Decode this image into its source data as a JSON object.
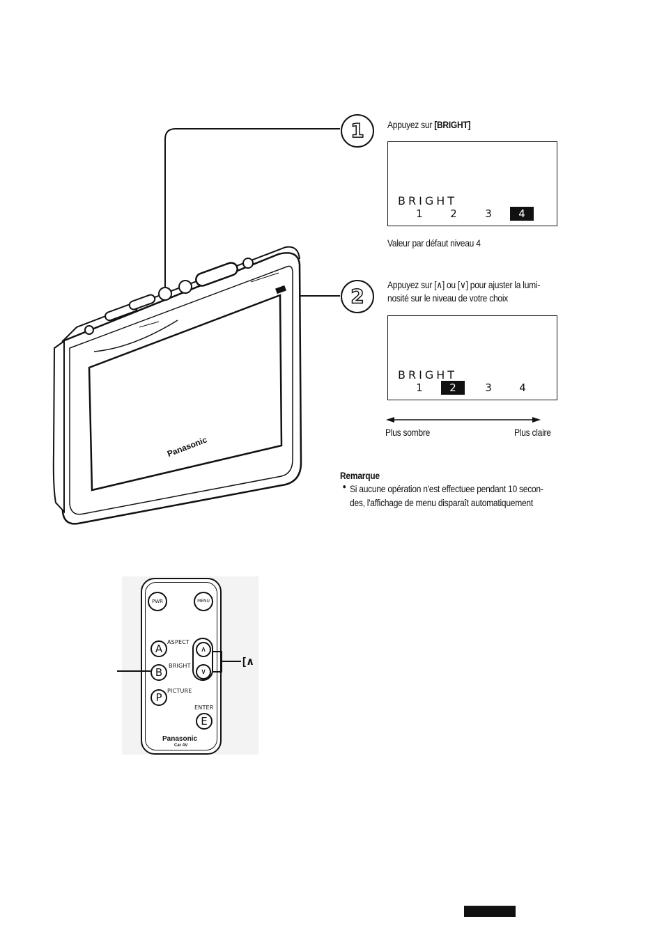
{
  "step1": {
    "number": "1",
    "instruction_prefix": "Appuyez sur ",
    "instruction_key": "[BRIGHT]",
    "screen": {
      "title": "BRIGHT",
      "levels": [
        "1",
        "2",
        "3",
        "4"
      ],
      "selected": 4
    },
    "default_note": "Valeur par défaut  niveau 4"
  },
  "step2": {
    "number": "2",
    "instruction_line1": "Appuyez sur [∧] ou [∨] pour ajuster la lumi-",
    "instruction_line2": "nosité sur le niveau de votre choix",
    "screen": {
      "title": "BRIGHT",
      "levels": [
        "1",
        "2",
        "3",
        "4"
      ],
      "selected": 2
    },
    "scale_left": "Plus sombre",
    "scale_right": "Plus claire"
  },
  "remark": {
    "title": "Remarque",
    "line1": "Si aucune opération n'est effectuee pendant 10 secon-",
    "line2": "des, l'affichage de menu disparaît automatiquement"
  },
  "remote": {
    "buttons": {
      "pwr": "PWR",
      "menu": "MENU",
      "a": "A",
      "aspect": "ASPECT",
      "b": "B",
      "bright": "BRIGHT",
      "p": "P",
      "picture": "PICTURE",
      "e": "E",
      "enter": "ENTER"
    },
    "brand": "Panasonic",
    "sub": "Car AV",
    "callout": "[∧"
  },
  "monitor": {
    "brand": "Panasonic"
  }
}
